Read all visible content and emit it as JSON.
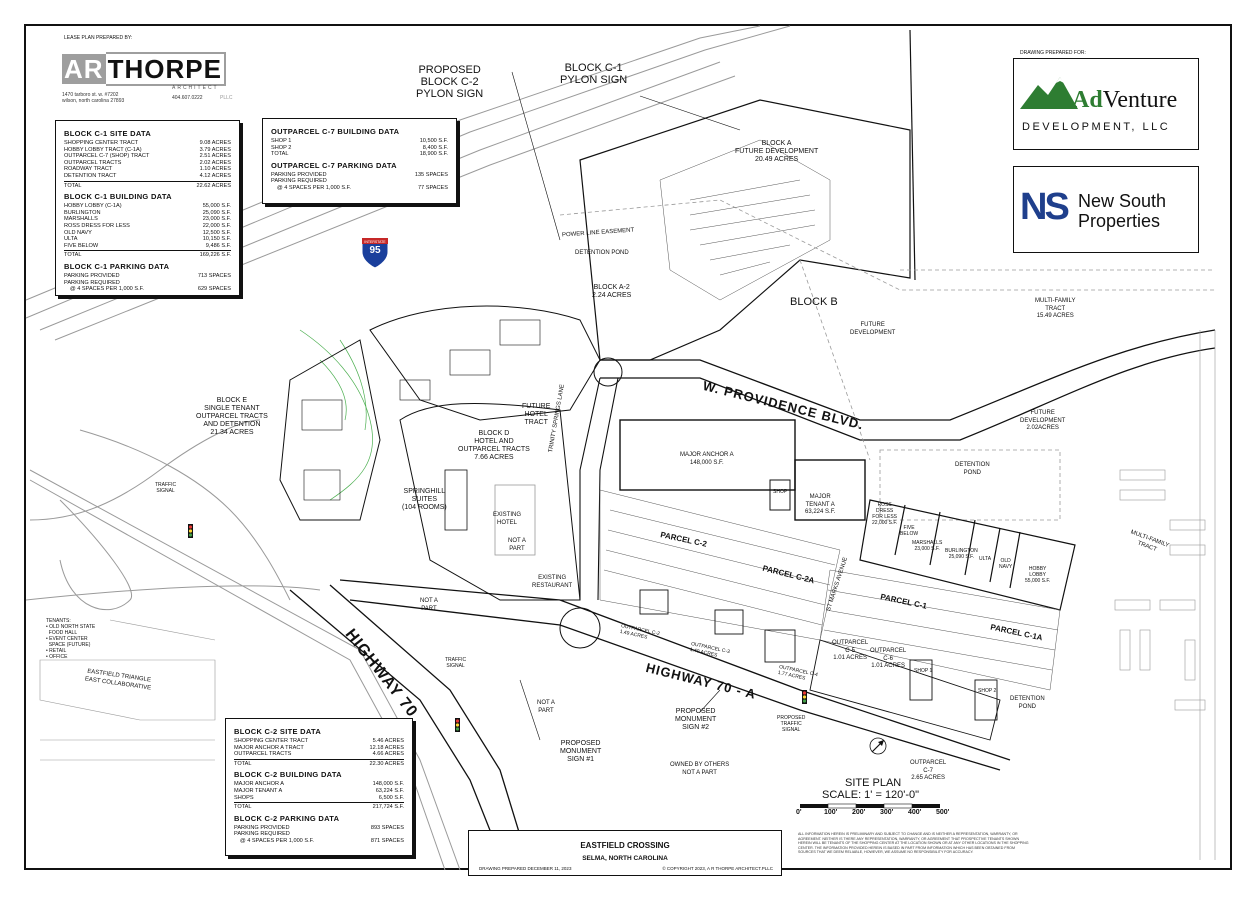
{
  "header": {
    "prepared_by_label": "LEASE PLAN PREPARED BY:",
    "prepared_for_label": "DRAWING PREPARED FOR:"
  },
  "architect": {
    "logo_left": "AR",
    "logo_right": "THORPE",
    "logo_sub": "ARCHITECT",
    "address_line1": "1470 tarboro st. w. #7202",
    "address_line2": "wilson, north carolina 27893",
    "phone": "404.607.0222",
    "pllc": "PLLC"
  },
  "clients": {
    "adventure": {
      "name_ad": "Ad",
      "name_venture": "Venture",
      "tagline": "DEVELOPMENT, LLC"
    },
    "newsouth": {
      "mark": "NS",
      "line1": "New South",
      "line2": "Properties"
    }
  },
  "block_c1": {
    "site_title": "BLOCK C-1 SITE DATA",
    "site_rows": [
      {
        "label": "SHOPPING CENTER TRACT",
        "value": "9.08 ACRES"
      },
      {
        "label": "HOBBY LOBBY TRACT (C-1A)",
        "value": "3.79 ACRES"
      },
      {
        "label": "OUTPARCEL C-7 (SHOP) TRACT",
        "value": "2.51 ACRES"
      },
      {
        "label": "OUTPARCEL TRACTS",
        "value": "2.02 ACRES"
      },
      {
        "label": "ROADWAY TRACT",
        "value": "1.10 ACRES"
      },
      {
        "label": "DETENTION TRACT",
        "value": "4.12 ACRES"
      }
    ],
    "site_total": {
      "label": "TOTAL",
      "value": "22.62 ACRES"
    },
    "building_title": "BLOCK C-1 BUILDING DATA",
    "building_rows": [
      {
        "label": "HOBBY LOBBY (C-1A)",
        "value": "55,000 S.F."
      },
      {
        "label": "BURLINGTON",
        "value": "25,090 S.F."
      },
      {
        "label": "MARSHALLS",
        "value": "23,000 S.F."
      },
      {
        "label": "ROSS DRESS FOR LESS",
        "value": "22,000 S.F."
      },
      {
        "label": "OLD NAVY",
        "value": "12,500 S.F."
      },
      {
        "label": "ULTA",
        "value": "10,150 S.F."
      },
      {
        "label": "FIVE BELOW",
        "value": "9,486 S.F."
      }
    ],
    "building_total": {
      "label": "TOTAL",
      "value": "169,226 S.F."
    },
    "parking_title": "BLOCK C-1 PARKING DATA",
    "parking_provided": {
      "label": "PARKING PROVIDED",
      "value": "713 SPACES"
    },
    "parking_required": {
      "label": "PARKING REQUIRED",
      "value": ""
    },
    "parking_ratio": {
      "label": "@ 4 SPACES PER 1,000 S.F.",
      "value": "629 SPACES"
    }
  },
  "outparcel_c7": {
    "building_title": "OUTPARCEL C-7 BUILDING DATA",
    "building_rows": [
      {
        "label": "SHOP 1",
        "value": "10,500 S.F."
      },
      {
        "label": "SHOP 2",
        "value": "8,400 S.F."
      }
    ],
    "building_total": {
      "label": "TOTAL",
      "value": "18,900 S.F."
    },
    "parking_title": "OUTPARCEL C-7 PARKING DATA",
    "parking_provided": {
      "label": "PARKING PROVIDED",
      "value": "135 SPACES"
    },
    "parking_required": {
      "label": "PARKING REQUIRED",
      "value": ""
    },
    "parking_ratio": {
      "label": "@ 4 SPACES PER 1,000 S.F.",
      "value": "77 SPACES"
    }
  },
  "block_c2": {
    "site_title": "BLOCK C-2 SITE DATA",
    "site_rows": [
      {
        "label": "SHOPPING CENTER TRACT",
        "value": "5.46 ACRES"
      },
      {
        "label": "MAJOR ANCHOR A TRACT",
        "value": "12.18 ACRES"
      },
      {
        "label": "OUTPARCEL TRACTS",
        "value": "4.66 ACRES"
      }
    ],
    "site_total": {
      "label": "TOTAL",
      "value": "22.30 ACRES"
    },
    "building_title": "BLOCK C-2 BUILDING DATA",
    "building_rows": [
      {
        "label": "MAJOR ANCHOR A",
        "value": "148,000 S.F."
      },
      {
        "label": "MAJOR TENANT A",
        "value": "63,224 S.F."
      },
      {
        "label": "SHOPS",
        "value": "6,500 S.F."
      }
    ],
    "building_total": {
      "label": "TOTAL",
      "value": "217,724 S.F."
    },
    "parking_title": "BLOCK C-2 PARKING DATA",
    "parking_provided": {
      "label": "PARKING PROVIDED",
      "value": "893 SPACES"
    },
    "parking_required": {
      "label": "PARKING REQUIRED",
      "value": ""
    },
    "parking_ratio": {
      "label": "@ 4 SPACES PER 1,000 S.F.",
      "value": "871 SPACES"
    }
  },
  "map_labels": {
    "c2_pylon": "PROPOSED\nBLOCK C-2\nPYLON SIGN",
    "c1_pylon": "BLOCK C-1\nPYLON SIGN",
    "block_a": "BLOCK A\nFUTURE DEVELOPMENT\n20.49 ACRES",
    "block_a2": "BLOCK A-2\n2.24 ACRES",
    "block_b": "BLOCK B",
    "power_line": "POWER LINE EASEMENT",
    "detention_pond_1": "DETENTION POND",
    "interstate": "95",
    "interstate_top": "INTERSTATE",
    "future_dev_1": "FUTURE\nDEVELOPMENT",
    "future_dev_2": "FUTURE\nDEVELOPMENT\n2.02ACRES",
    "multi_family_1": "MULTI-FAMILY\nTRACT\n15.49 ACRES",
    "multi_family_2": "MULTI-FAMILY\nTRACT",
    "w_providence": "W. PROVIDENCE BLVD.",
    "future_hotel": "FUTURE\nHOTEL\nTRACT",
    "block_d": "BLOCK D\nHOTEL AND\nOUTPARCEL TRACTS\n7.66 ACRES",
    "block_e": "BLOCK E\nSINGLE TENANT\nOUTPARCEL TRACTS\nAND DETENTION\n21.34 ACRES",
    "springhill": "SPRINGHILL\nSUITES\n(104 ROOMS)",
    "existing_hotel": "EXISTING\nHOTEL",
    "not_a_part_1": "NOT A\nPART",
    "existing_restaurant": "EXISTING\nRESTAURANT",
    "trinity": "TRINITY SPRINGS LANE",
    "major_anchor_a": "MAJOR ANCHOR A\n148,000 S.F.",
    "major_tenant_a": "MAJOR\nTENANT A\n63,224 S.F.",
    "shop": "SHOP",
    "detention_pond_2": "DETENTION\nPOND",
    "parcel_c2": "PARCEL C-2",
    "parcel_c2a": "PARCEL C-2A",
    "parcel_c1": "PARCEL C-1",
    "parcel_c1a": "PARCEL C-1A",
    "st_marks": "ST MARKS AVENUE",
    "ross": "ROSS\nDRESS\nFOR LESS\n22,000 S.F.",
    "five_below": "FIVE\nBELOW",
    "marshalls": "MARSHALLS\n23,000 S.F.",
    "burlington": "BURLINGTON\n25,090 S.F.",
    "ulta": "ULTA",
    "old_navy": "OLD\nNAVY",
    "hobby_lobby": "HOBBY\nLOBBY\n55,000 S.F.",
    "outparcel_c2": "OUTPARCEL C-2\n1.49 ACRES",
    "outparcel_c3": "OUTPARCEL C-3\n1.40 ACRES",
    "outparcel_c4": "OUTPARCEL C-4\n1.77 ACRES",
    "outparcel_c5": "OUTPARCEL\nC-5\n1.01 ACRES",
    "outparcel_c6": "OUTPARCEL\nC-6\n1.01 ACRES",
    "outparcel_c7": "OUTPARCEL\nC-7\n2.65 ACRES",
    "shop_1": "SHOP 1",
    "shop_2": "SHOP 2",
    "highway_70": "HIGHWAY 70",
    "highway_70a": "HIGHWAY 70 - A",
    "traffic_signal_1": "TRAFFIC\nSIGNAL",
    "traffic_signal_2": "TRAFFIC\nSIGNAL",
    "traffic_signal_3": "PROPOSED\nTRAFFIC\nSIGNAL",
    "not_a_part_2": "NOT A\nPART",
    "not_a_part_3": "NOT A\nPART",
    "monument_1": "PROPOSED\nMONUMENT\nSIGN #1",
    "monument_2": "PROPOSED\nMONUMENT\nSIGN #2",
    "owned_by_others": "OWNED BY OTHERS\nNOT A PART",
    "eastfield_triangle": "EASTFIELD TRIANGLE\nEAST COLLABORATIVE",
    "tenants": "TENANTS:\n• OLD NORTH STATE\n  FOOD HALL\n• EVENT CENTER\n  SPACE (FUTURE)\n• RETAIL\n• OFFICE",
    "site_plan": "SITE PLAN",
    "scale": "SCALE: 1' = 120'-0\"",
    "scale_ticks": [
      "0'",
      "100'",
      "200'",
      "300'",
      "400'",
      "500'"
    ]
  },
  "title_block": {
    "project": "EASTFIELD CROSSING",
    "location": "SELMA, NORTH CAROLINA",
    "drawing_date": "DRAWING PREPARED DECEMBER 11, 2023",
    "copyright": "© COPYRIGHT 2023, A R THORPE ARCHITECT.PLLC"
  },
  "disclaimer": "ALL INFORMATION HEREIN IS PRELIMINARY AND SUBJECT TO CHANGE AND IS NEITHER A REPRESENTATION, WARRANTY, OR AGREEMENT. NEITHER IS THERE ANY REPRESENTATION, WARRANTY, OR AGREEMENT THAT PROSPECTIVE TENANTS SHOWN HEREIN WILL BE TENANTS OF THE SHOPPING CENTER AT THE LOCATION SHOWN OR AT ANY OTHER LOCATIONS IN THE SHOPPING CENTER. THE INFORMATION PROVIDED HEREIN IS BASED IN PART FROM INFORMATION WHICH HAS BEEN OBTAINED FROM SOURCES THAT WE DEEM RELIABLE, HOWEVER, WE ASSUME NO RESPONSIBILITY FOR ACCURACY.",
  "colors": {
    "ink": "#111111",
    "faint": "#9a9a9a",
    "green_easement": "#4caf50",
    "adventure_green": "#2e7d32",
    "ns_blue": "#1f3f8c",
    "interstate_blue": "#1a3f9c",
    "interstate_red": "#c62828"
  }
}
